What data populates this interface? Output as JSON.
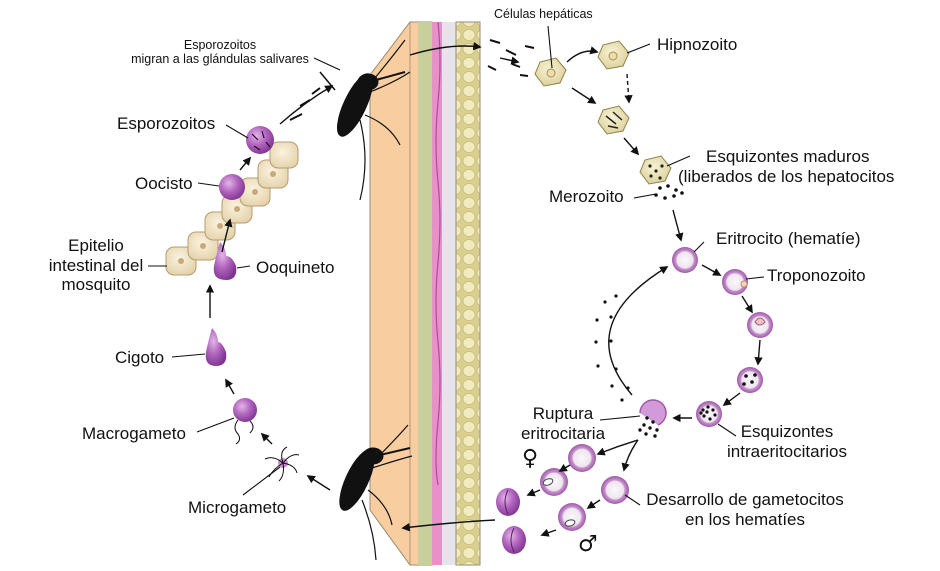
{
  "title": "Ciclo de vida de Plasmodium (malaria)",
  "labels": {
    "sporozoites_migrate_line1": "Esporozoitos",
    "sporozoites_migrate_line2": "migran a las glándulas salivares",
    "sporozoites": "Esporozoitos",
    "oocyst": "Oocisto",
    "epithelium_line1": "Epitelio",
    "epithelium_line2": "intestinal del",
    "epithelium_line3": "mosquito",
    "ookinete": "Ooquineto",
    "zygote": "Cigoto",
    "macrogamete": "Macrogameto",
    "microgamete": "Microgameto",
    "liver_cells": "Células hepáticas",
    "hypnozoite": "Hipnozoito",
    "mature_schizonts_line1": "Esquizontes maduros",
    "mature_schizonts_line2": "(liberados de los hepatocitos",
    "merozoite": "Merozoito",
    "erythrocyte": "Eritrocito (hematíe)",
    "trophozoite": "Troponozoito",
    "rupture_line1": "Ruptura",
    "rupture_line2": "eritrocitaria",
    "intra_schizonts_line1": "Esquizontes",
    "intra_schizonts_line2": "intraeritocitarios",
    "gametocytes_line1": "Desarrollo de gametocitos",
    "gametocytes_line2": "en los hematíes",
    "female_symbol": "♀",
    "male_symbol": "♂"
  },
  "colors": {
    "parasite_purple": "#a24fb0",
    "parasite_light": "#d7a6dc",
    "rbc_rim": "#b87cc0",
    "epithelium": "#efe0c2",
    "liver_cell": "#e9e0b0",
    "skin_peach": "#f8cda0",
    "skin_green": "#c8cf9a",
    "skin_pink": "#e890c8",
    "skin_grey": "#e4e4ea",
    "fat": "#eee6b4",
    "ink": "#111111"
  }
}
